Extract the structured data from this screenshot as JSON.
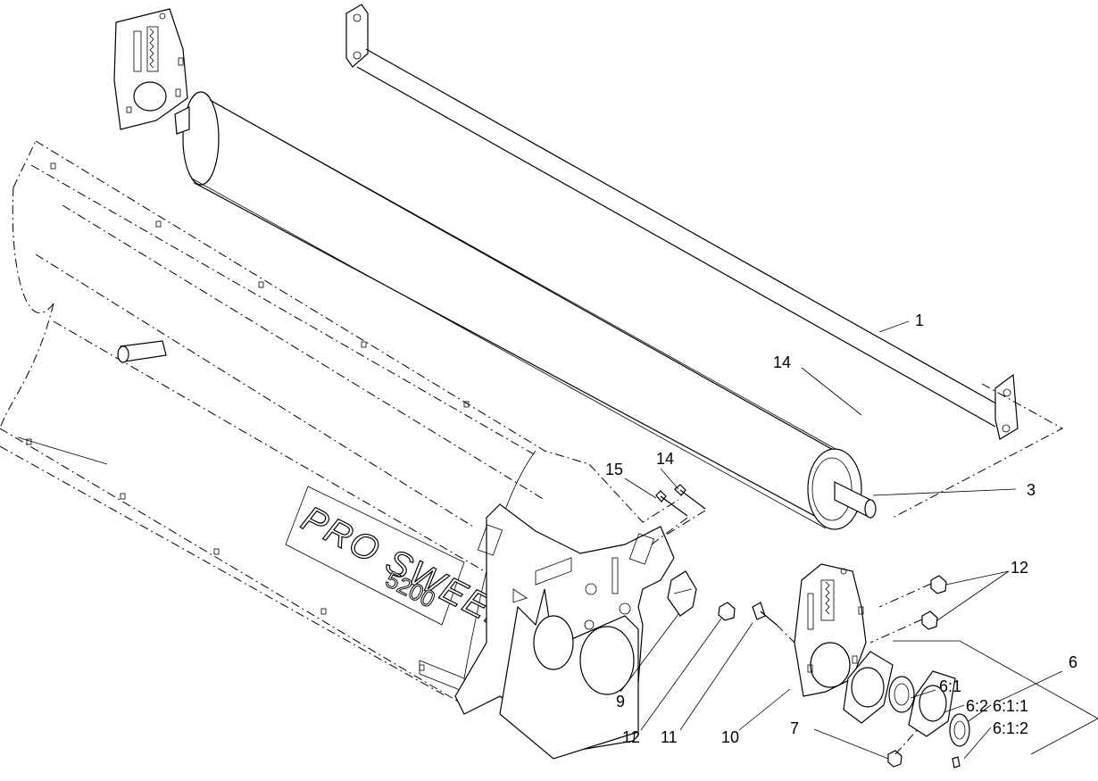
{
  "diagram": {
    "brand_text": "PRO SWEEP",
    "model_text": "5200",
    "callouts": [
      {
        "id": "c1",
        "label": "1"
      },
      {
        "id": "c3",
        "label": "3"
      },
      {
        "id": "c6",
        "label": "6"
      },
      {
        "id": "c6_1",
        "label": "6:1"
      },
      {
        "id": "c6_2",
        "label": "6:2"
      },
      {
        "id": "c6_1_1",
        "label": "6:1:1"
      },
      {
        "id": "c6_1_2",
        "label": "6:1:2"
      },
      {
        "id": "c7",
        "label": "7"
      },
      {
        "id": "c9",
        "label": "9"
      },
      {
        "id": "c10",
        "label": "10"
      },
      {
        "id": "c11",
        "label": "11"
      },
      {
        "id": "c12a",
        "label": "12"
      },
      {
        "id": "c12b",
        "label": "12"
      },
      {
        "id": "c14a",
        "label": "14"
      },
      {
        "id": "c14b",
        "label": "14"
      },
      {
        "id": "c15",
        "label": "15"
      }
    ]
  }
}
